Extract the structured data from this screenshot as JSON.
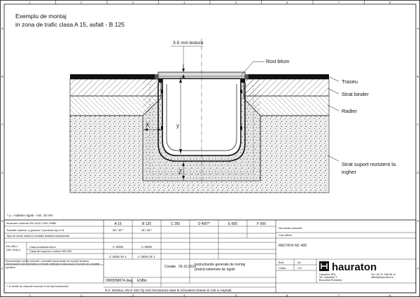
{
  "title": {
    "line1": "Exemplu de montaj",
    "line2": "in zona de trafic clasa A 15, asfalt - B 125"
  },
  "drawing": {
    "callouts": {
      "gap": "3-5 mm lestura",
      "joint": "Rost bitum",
      "traseu": "Traseu",
      "binder": "Strat binder",
      "radier": "Radier",
      "support_1": "Strat suport rezistent la",
      "support_2": "inghet"
    },
    "dims": {
      "x": "X",
      "y": "y",
      "z": "Z"
    }
  },
  "frame": {
    "cols": [
      "1",
      "2",
      "3",
      "4",
      "5",
      "6",
      "7",
      "8"
    ],
    "rows": [
      "A",
      "B",
      "C",
      "D",
      "E",
      "F"
    ]
  },
  "footnote": "* y = inaltime rigola - min. 10 mm",
  "table": {
    "header_label": "Incarcare conform EN 1433 / DIN 19580",
    "classes": [
      "A 15",
      "B 125",
      "C 250",
      "D 400**",
      "E 600",
      "F 900"
    ],
    "rows": [
      {
        "label": "Tranzitie maxima / y grosime Z (sectiune tip) in B",
        "values": [
          "10 / 10 *",
          "10 / 10 *",
          "",
          "",
          "",
          ""
        ]
      },
      {
        "label": "Tipul de beton utilizat si fundatie distanta transportata",
        "values": [
          "",
          "",
          "",
          "",
          "",
          ""
        ]
      },
      {
        "label": "Clasa rezistenta beton",
        "values": [
          "C 20/25",
          "C 20/25",
          "",
          "",
          "",
          ""
        ]
      },
      {
        "label": "Clasa de expunere conform EN 206",
        "values": [
          "C 25/30 XF 1",
          "C 25/30 XF 1",
          "",
          "",
          "",
          ""
        ]
      }
    ],
    "left_labels": [
      "EN 206-1",
      "DIN 1045-2"
    ]
  },
  "note_text": "Recomandare pentru executie: consultati instructiunile de montaj Hauraton. Dimensiunile sunt orientative si trebuie verificate la fata locului in functie de conditiile specifice.",
  "note_footer": "** in functie de clasa de incarcare si de tipul constructiei",
  "info": {
    "designer_label": "Sef sectie executie",
    "product_label": "Cod articol",
    "product": "RECYFIX NC 400",
    "created_label": "Creatie",
    "created_date": "29.10.2019",
    "drawing_no": "0000058674.dwg",
    "scale": "ESBin",
    "desc_1": "Instructiunile generale de montaj",
    "desc_2": "privind sistemele de rigole",
    "sheet_label": "Bolt",
    "size": "A4",
    "rev_label": "Clasa",
    "rev": "1:5",
    "bottom": "R.F. MODUL SN E 400 Tip 010 Rezistenta elast B echivalent Klasse B 125 in Asphalt"
  },
  "company": {
    "name": "hauraton",
    "addr_1": "Hauraton SRL",
    "addr_2": "Str. Industriei 4",
    "addr_3": "Bucuresti Romania",
    "phone": "Tel +40 21 338 06 11",
    "email": "office@hauraton.ro"
  }
}
